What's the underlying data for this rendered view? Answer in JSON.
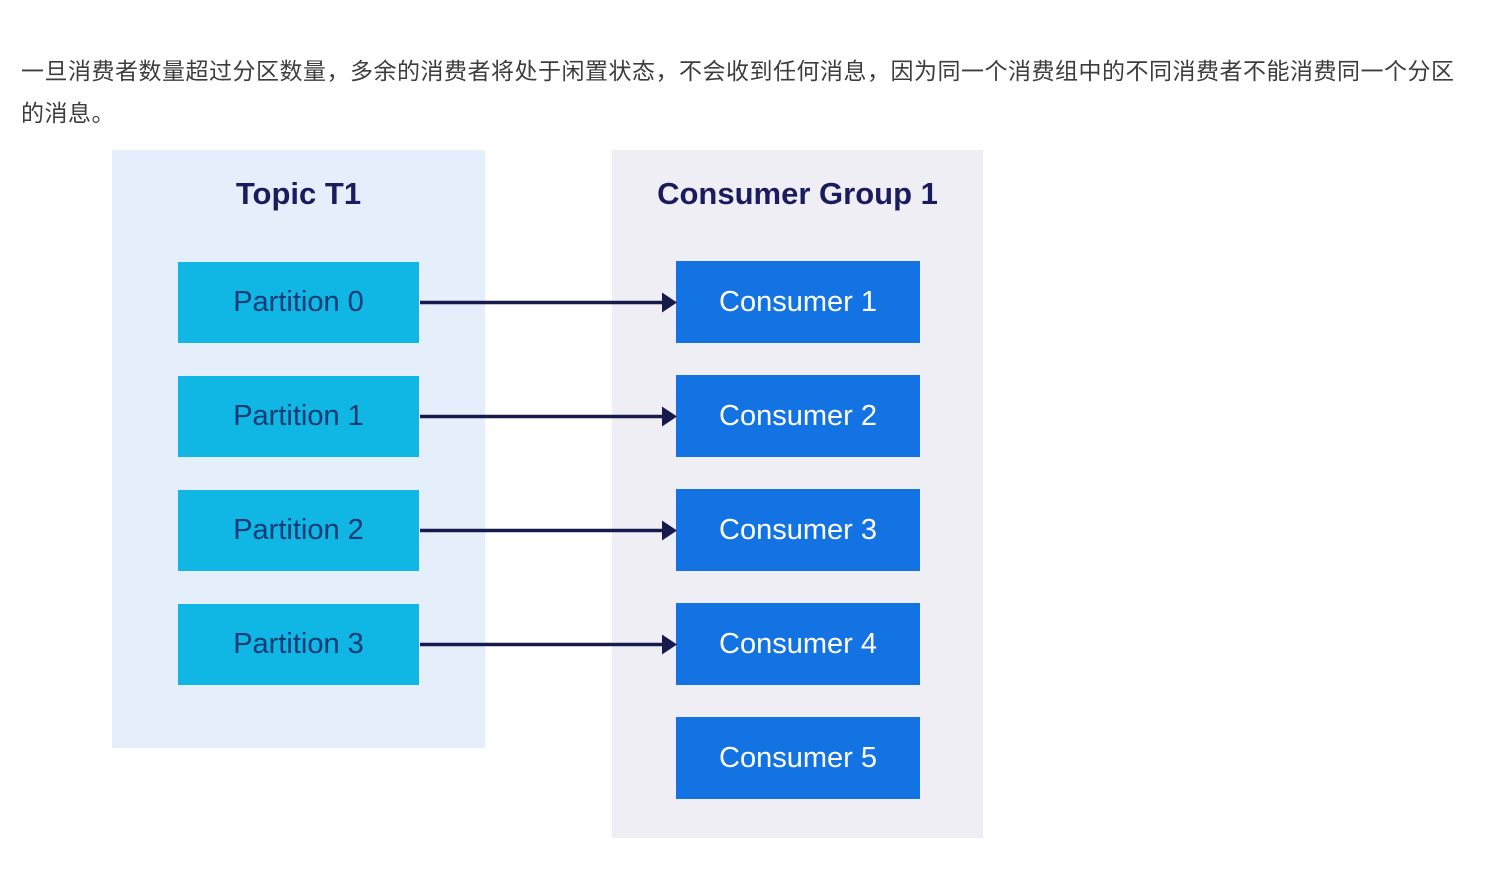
{
  "intro": {
    "text": "一旦消费者数量超过分区数量，多余的消费者将处于闲置状态，不会收到任何消息，因为同一个消费组中的不同消费者不能消费同一个分区的消息。"
  },
  "diagram": {
    "topic_panel": {
      "title": "Topic T1",
      "partitions": [
        "Partition 0",
        "Partition 1",
        "Partition 2",
        "Partition 3"
      ]
    },
    "consumer_panel": {
      "title": "Consumer Group 1",
      "consumers": [
        "Consumer 1",
        "Consumer 2",
        "Consumer 3",
        "Consumer 4",
        "Consumer 5"
      ]
    },
    "connections": [
      {
        "from": "Partition 0",
        "to": "Consumer 1"
      },
      {
        "from": "Partition 1",
        "to": "Consumer 2"
      },
      {
        "from": "Partition 2",
        "to": "Consumer 3"
      },
      {
        "from": "Partition 3",
        "to": "Consumer 4"
      }
    ],
    "colors": {
      "intro_text": "#3d3d3d",
      "topic_panel_bg": "#e5effc",
      "consumer_panel_bg": "#efeef4",
      "partition_box": "#10b6e4",
      "consumer_box": "#1373e3",
      "partition_text": "#0e3a75",
      "consumer_text": "#ffffff",
      "title_text": "#1b1c5e",
      "arrow": "#161a4d"
    }
  }
}
